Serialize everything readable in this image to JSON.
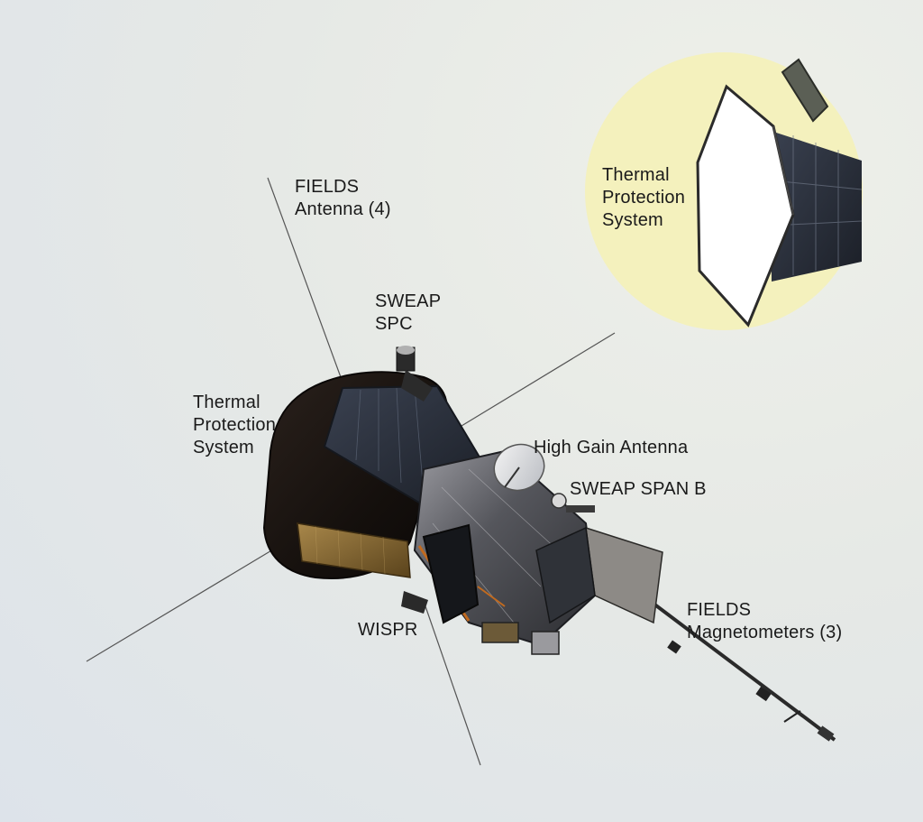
{
  "labels": {
    "fields_antenna": [
      "FIELDS",
      "Antenna (4)"
    ],
    "sweap_spc": [
      "SWEAP",
      "SPC"
    ],
    "tps_main": [
      "Thermal",
      "Protection",
      "System"
    ],
    "high_gain": "High Gain Antenna",
    "sweap_span_b": "SWEAP SPAN B",
    "wispr": "WISPR",
    "fields_mag": [
      "FIELDS",
      "Magnetometers (3)"
    ],
    "tps_inset": [
      "Thermal",
      "Protection",
      "System"
    ]
  },
  "colors": {
    "inset_circle": "#f4f1bd",
    "shield": "#1c1613",
    "panel": "#2d3340",
    "bus": "#6e6e72",
    "gold": "#8a6a2a"
  }
}
